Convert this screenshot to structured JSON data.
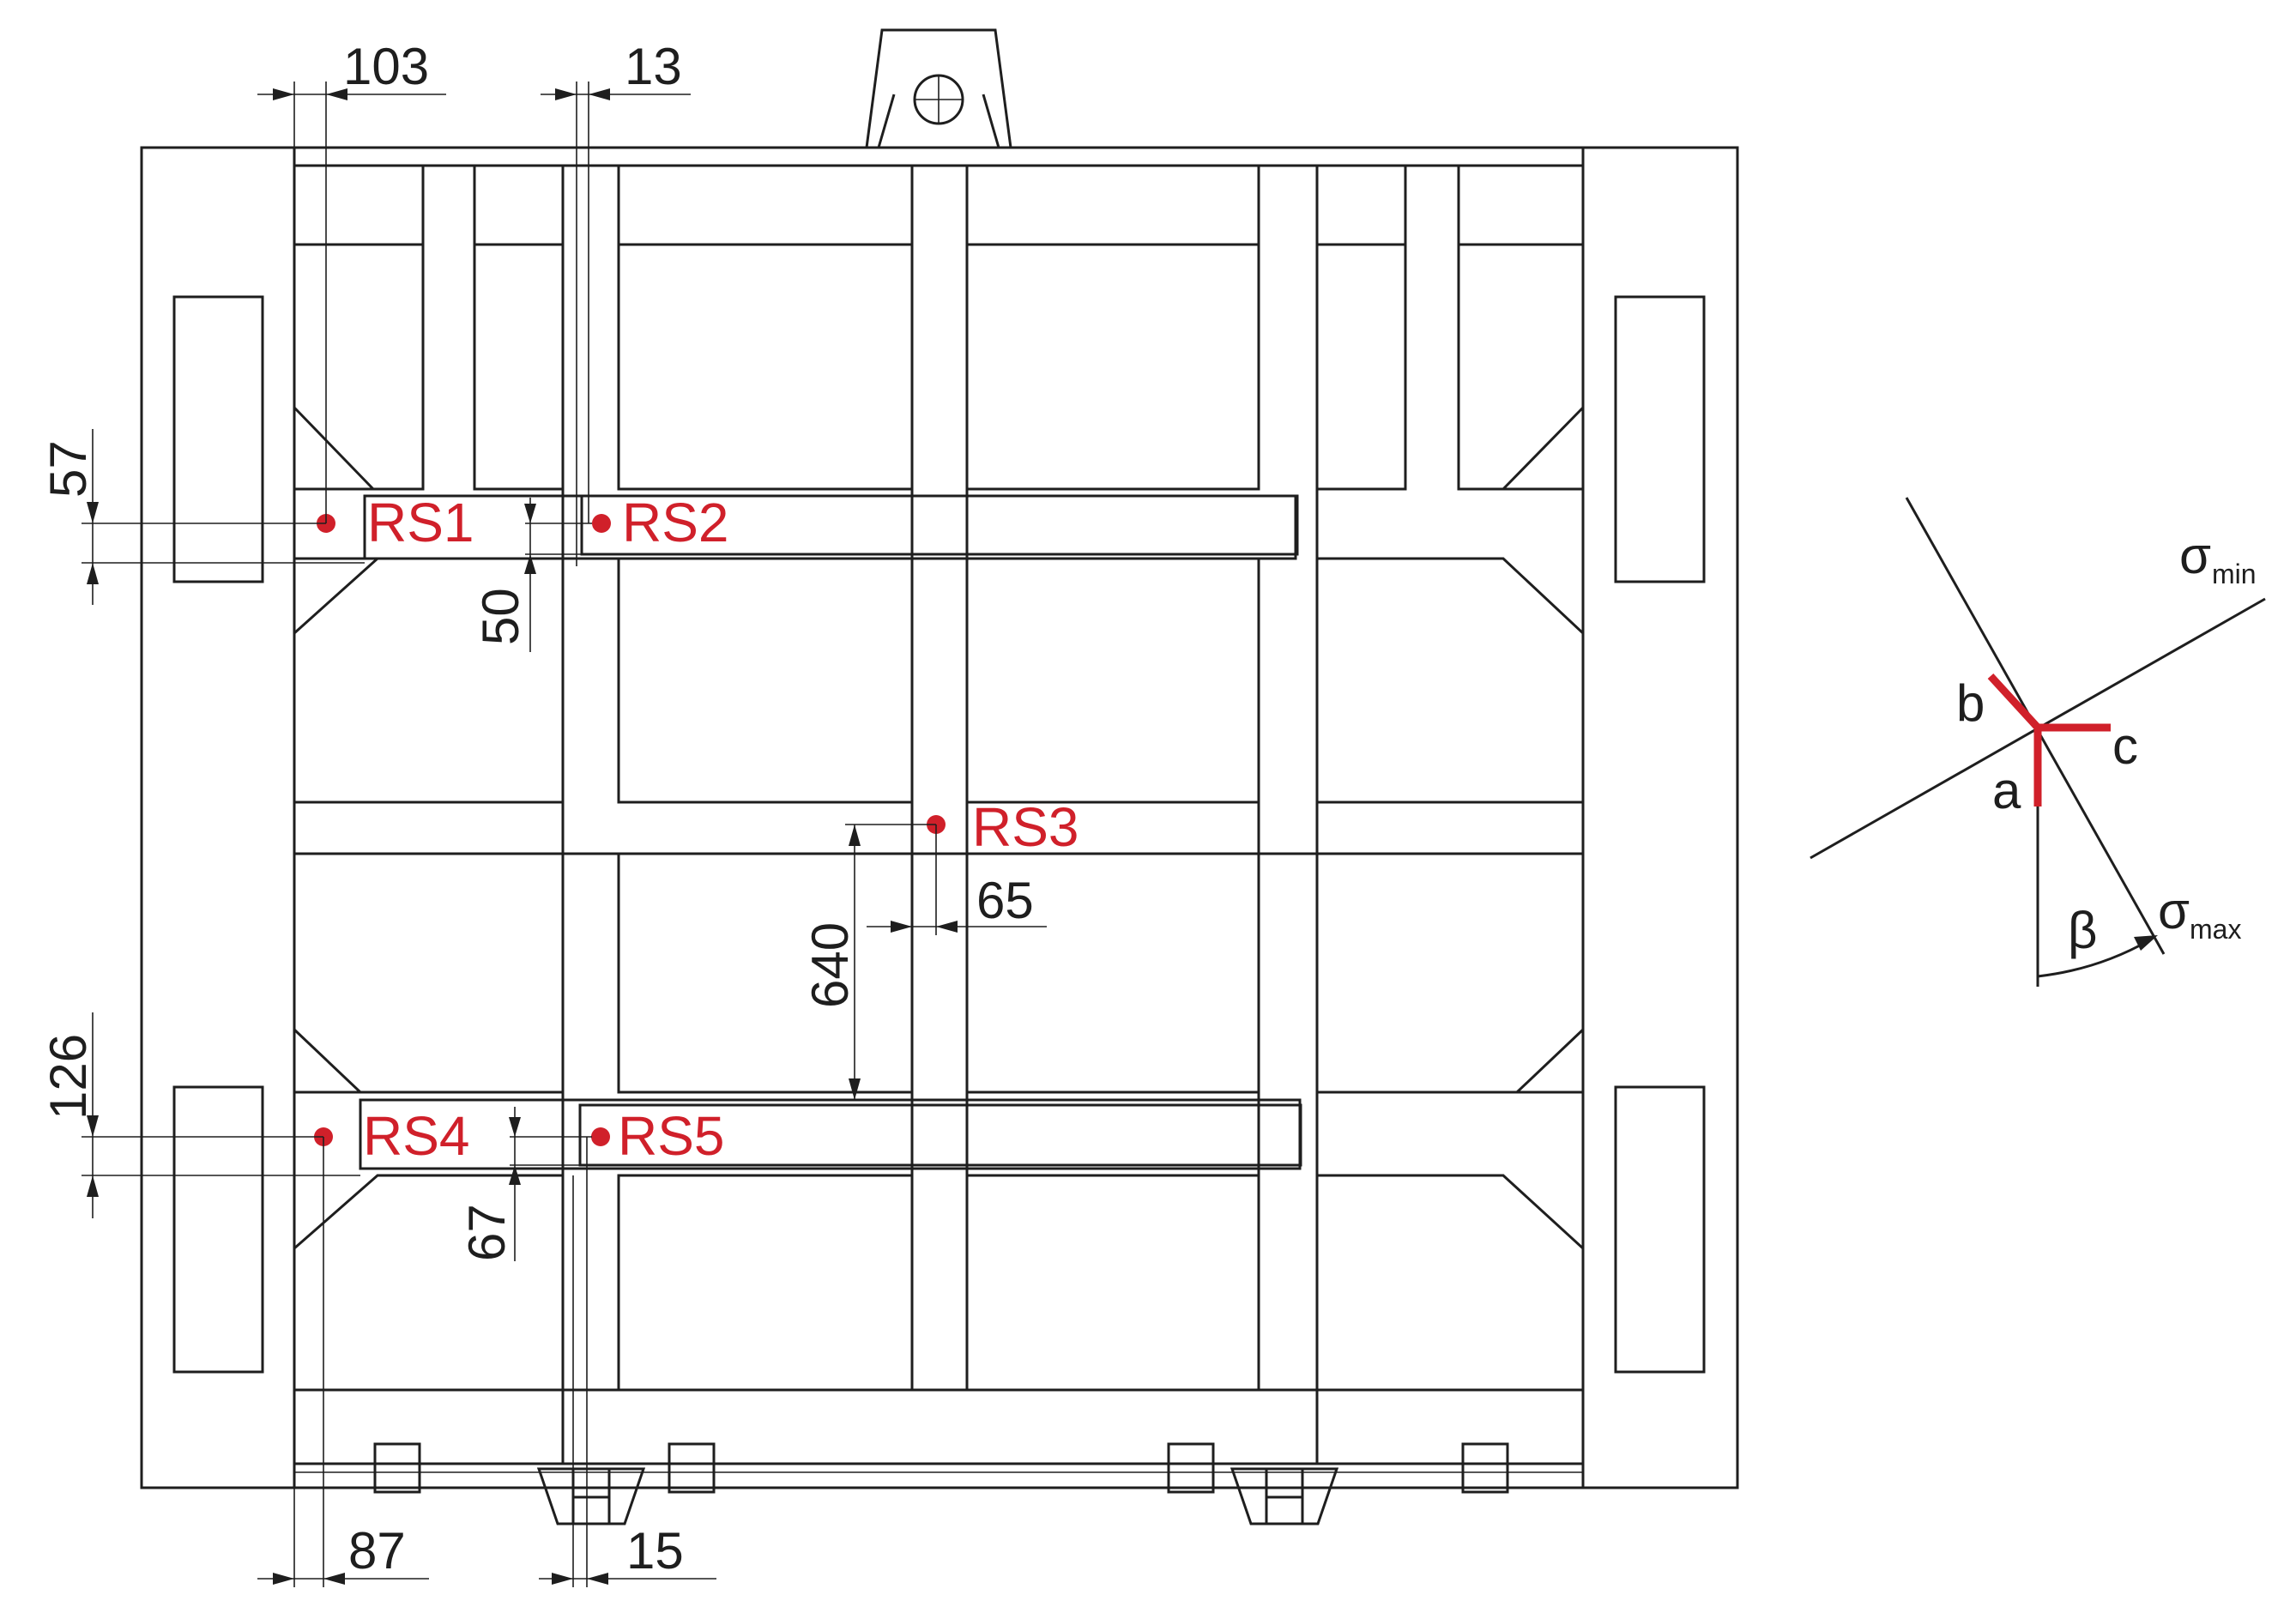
{
  "colors": {
    "line": "#1e1e1e",
    "gauge": "#d0202a",
    "background": "#ffffff"
  },
  "gauges": [
    {
      "id": "rs1",
      "label": "RS1"
    },
    {
      "id": "rs2",
      "label": "RS2"
    },
    {
      "id": "rs3",
      "label": "RS3"
    },
    {
      "id": "rs4",
      "label": "RS4"
    },
    {
      "id": "rs5",
      "label": "RS5"
    }
  ],
  "dimensions": {
    "d103": "103",
    "d13": "13",
    "d57": "57",
    "d50": "50",
    "d65": "65",
    "d640": "640",
    "d126": "126",
    "d67": "67",
    "d87": "87",
    "d15": "15"
  },
  "rosette": {
    "arm_a": "a",
    "arm_b": "b",
    "arm_c": "c",
    "angle": "β",
    "sigma_symbol": "σ",
    "min_sub": "min",
    "max_sub": "max"
  }
}
